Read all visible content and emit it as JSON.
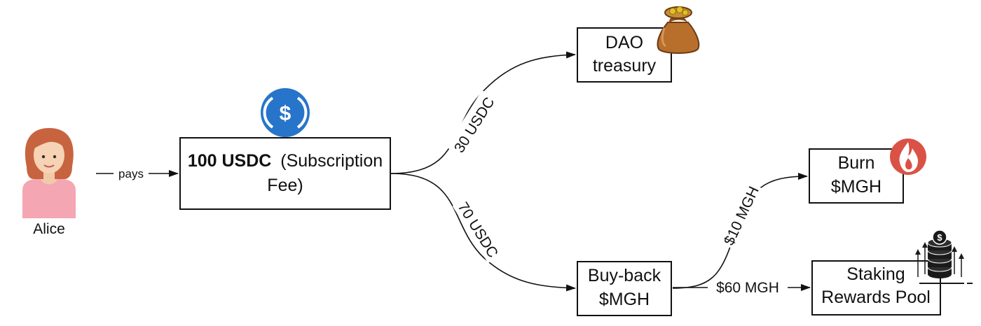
{
  "actor": {
    "name": "Alice"
  },
  "pay_label": "pays",
  "fee_box": {
    "amount": "100 USDC",
    "rest_line1": "(Subscription",
    "line2": "Fee)"
  },
  "dao_box": {
    "line1": "DAO",
    "line2": "treasury"
  },
  "burn_box": {
    "line1": "Burn",
    "line2": "$MGH"
  },
  "buyback_box": {
    "line1": "Buy-back",
    "line2": "$MGH"
  },
  "staking_box": {
    "line1": "Staking",
    "line2": "Rewards Pool"
  },
  "edges": {
    "to_dao": "30 USDC",
    "to_buyback": "70 USDC",
    "to_burn": "$10 MGH",
    "to_staking": "$60 MGH"
  },
  "icons": {
    "actor": "woman-avatar-icon",
    "fee": "usdc-coin-icon",
    "dao": "money-bag-icon",
    "burn": "fire-icon",
    "staking": "coin-stack-icon"
  },
  "colors": {
    "usdc_blue": "#2775CA",
    "fire_red": "#DA5246",
    "bag_brown": "#B86F2C",
    "coin_stack": "#1a1a1a",
    "avatar_hair": "#C7643F",
    "avatar_shirt": "#F4A6B3"
  }
}
